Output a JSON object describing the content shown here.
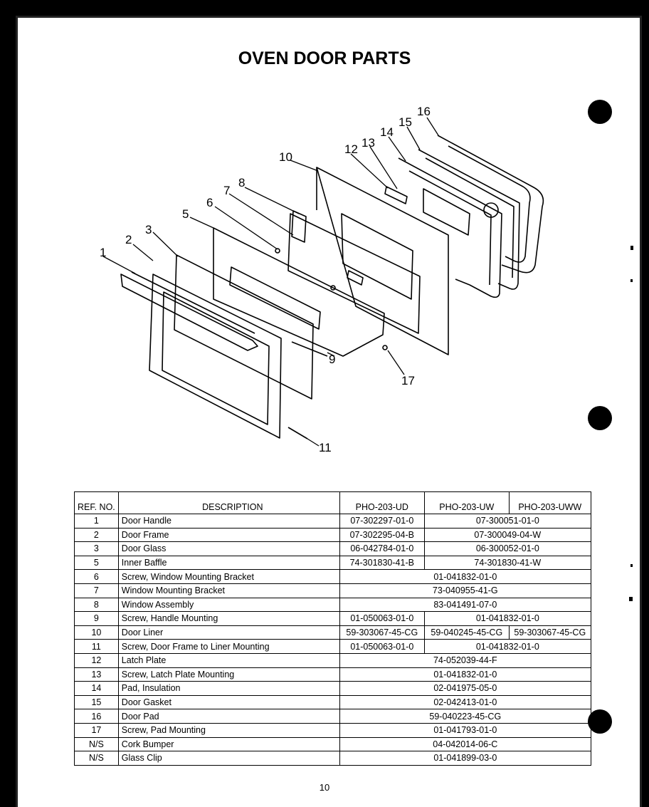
{
  "title": "OVEN DOOR PARTS",
  "callouts": [
    "1",
    "2",
    "3",
    "5",
    "6",
    "7",
    "8",
    "9",
    "10",
    "11",
    "12",
    "13",
    "14",
    "15",
    "16",
    "17"
  ],
  "table": {
    "headers": {
      "ref": "REF. NO.",
      "description": "DESCRIPTION",
      "model_1": "PHO-203-UD",
      "model_2": "PHO-203-UW",
      "model_3": "PHO-203-UWW"
    },
    "rows": [
      {
        "ref": "1",
        "desc": "Door Handle",
        "ud": "07-302297-01-0",
        "uw_uww": "07-300051-01-0"
      },
      {
        "ref": "2",
        "desc": "Door Frame",
        "ud": "07-302295-04-B",
        "uw_uww": "07-300049-04-W"
      },
      {
        "ref": "3",
        "desc": "Door Glass",
        "ud": "06-042784-01-0",
        "uw_uww": "06-300052-01-0"
      },
      {
        "ref": "5",
        "desc": "Inner Baffle",
        "ud": "74-301830-41-B",
        "uw_uww": "74-301830-41-W"
      },
      {
        "ref": "6",
        "desc": "Screw, Window Mounting Bracket",
        "all": "01-041832-01-0"
      },
      {
        "ref": "7",
        "desc": "Window Mounting Bracket",
        "all": "73-040955-41-G"
      },
      {
        "ref": "8",
        "desc": "Window Assembly",
        "all": "83-041491-07-0"
      },
      {
        "ref": "9",
        "desc": "Screw, Handle Mounting",
        "ud": "01-050063-01-0",
        "uw_uww": "01-041832-01-0"
      },
      {
        "ref": "10",
        "desc": "Door Liner",
        "ud": "59-303067-45-CG",
        "uw": "59-040245-45-CG",
        "uww": "59-303067-45-CG"
      },
      {
        "ref": "11",
        "desc": "Screw, Door Frame to Liner Mounting",
        "ud": "01-050063-01-0",
        "uw_uww": "01-041832-01-0"
      },
      {
        "ref": "12",
        "desc": "Latch Plate",
        "all": "74-052039-44-F"
      },
      {
        "ref": "13",
        "desc": "Screw, Latch Plate Mounting",
        "all": "01-041832-01-0"
      },
      {
        "ref": "14",
        "desc": "Pad, Insulation",
        "all": "02-041975-05-0"
      },
      {
        "ref": "15",
        "desc": "Door Gasket",
        "all": "02-042413-01-0"
      },
      {
        "ref": "16",
        "desc": "Door Pad",
        "all": "59-040223-45-CG"
      },
      {
        "ref": "17",
        "desc": "Screw, Pad Mounting",
        "all": "01-041793-01-0"
      },
      {
        "ref": "N/S",
        "desc": "Cork Bumper",
        "all": "04-042014-06-C"
      },
      {
        "ref": "N/S",
        "desc": "Glass Clip",
        "all": "01-041899-03-0"
      }
    ]
  },
  "page_number": "10"
}
